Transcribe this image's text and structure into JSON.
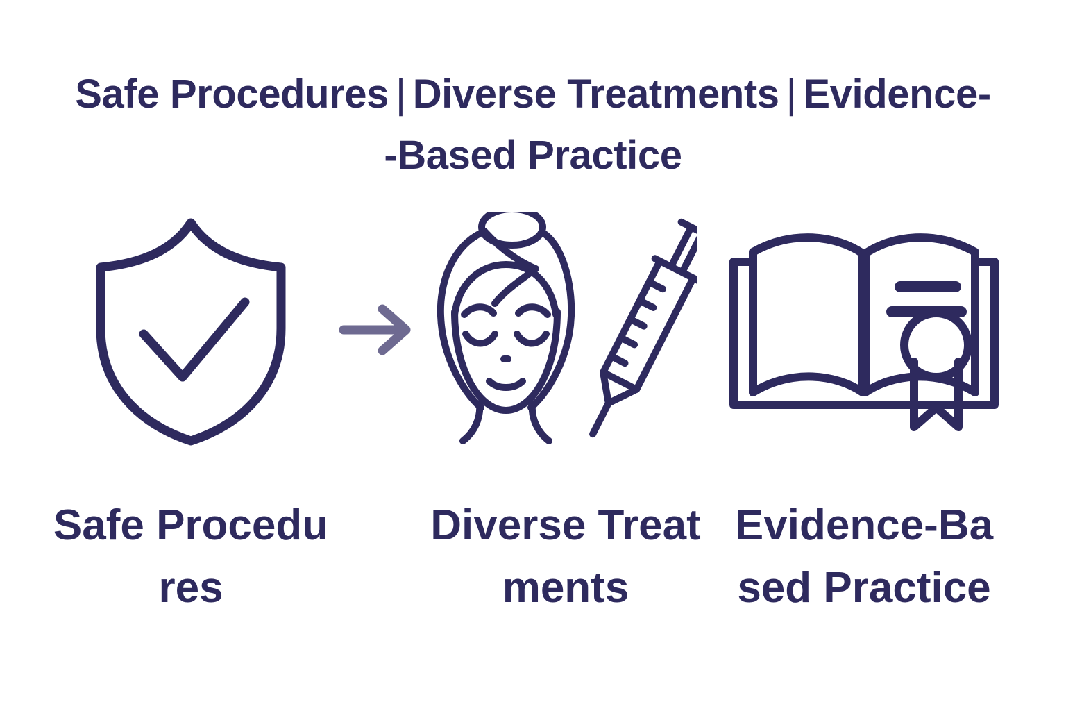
{
  "page": {
    "background_color": "#FFFFFF",
    "accent_color": "#2E2A5E",
    "arrow_color": "#6E6A91"
  },
  "title": {
    "full_text": "Safe Procedures | Diverse Treatments | Evidence--Based Practice",
    "line1_part1": "Safe Procedures",
    "separator1": "|",
    "line1_part2": "Diverse Treatments",
    "separator2": "|",
    "line1_part3": "Evidence-",
    "line2": "-Based Practice"
  },
  "columns": [
    {
      "icon_name": "shield-check-icon",
      "caption": "Safe Procedures"
    },
    {
      "icon_name": "face-syringe-icon",
      "caption": "Diverse Treatments"
    },
    {
      "icon_name": "open-book-certificate-icon",
      "caption": "Evidence-Based Practice"
    }
  ],
  "connectors": [
    {
      "icon_name": "arrow-right-icon",
      "color": "#6E6A91"
    }
  ]
}
